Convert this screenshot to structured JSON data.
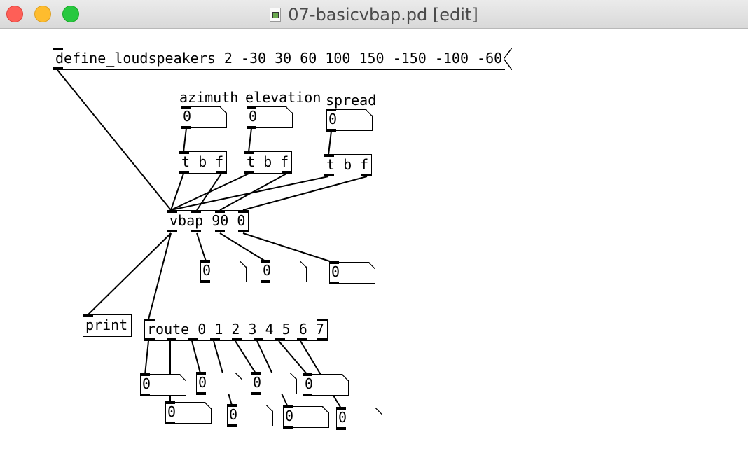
{
  "window": {
    "title": "07-basicvbap.pd [edit]",
    "icon": "pd-document-icon"
  },
  "message": {
    "text": "define_loudspeakers 2 -30 30 60 100 150 -150 -100 -60"
  },
  "labels": {
    "azimuth": "azimuth",
    "elevation": "elevation",
    "spread": "spread"
  },
  "objects": {
    "trigger_1": "t b f",
    "trigger_2": "t b f",
    "trigger_3": "t b f",
    "vbap": "vbap 90 0",
    "print": "print",
    "route": "route 0 1 2 3 4 5 6 7"
  },
  "numbers": {
    "azimuth": "0",
    "elevation": "0",
    "spread": "0",
    "vbap_out_1": "0",
    "vbap_out_2": "0",
    "vbap_out_3": "0",
    "route_0": "0",
    "route_1": "0",
    "route_2": "0",
    "route_3": "0",
    "route_4": "0",
    "route_5": "0",
    "route_6": "0",
    "route_7": "0"
  }
}
